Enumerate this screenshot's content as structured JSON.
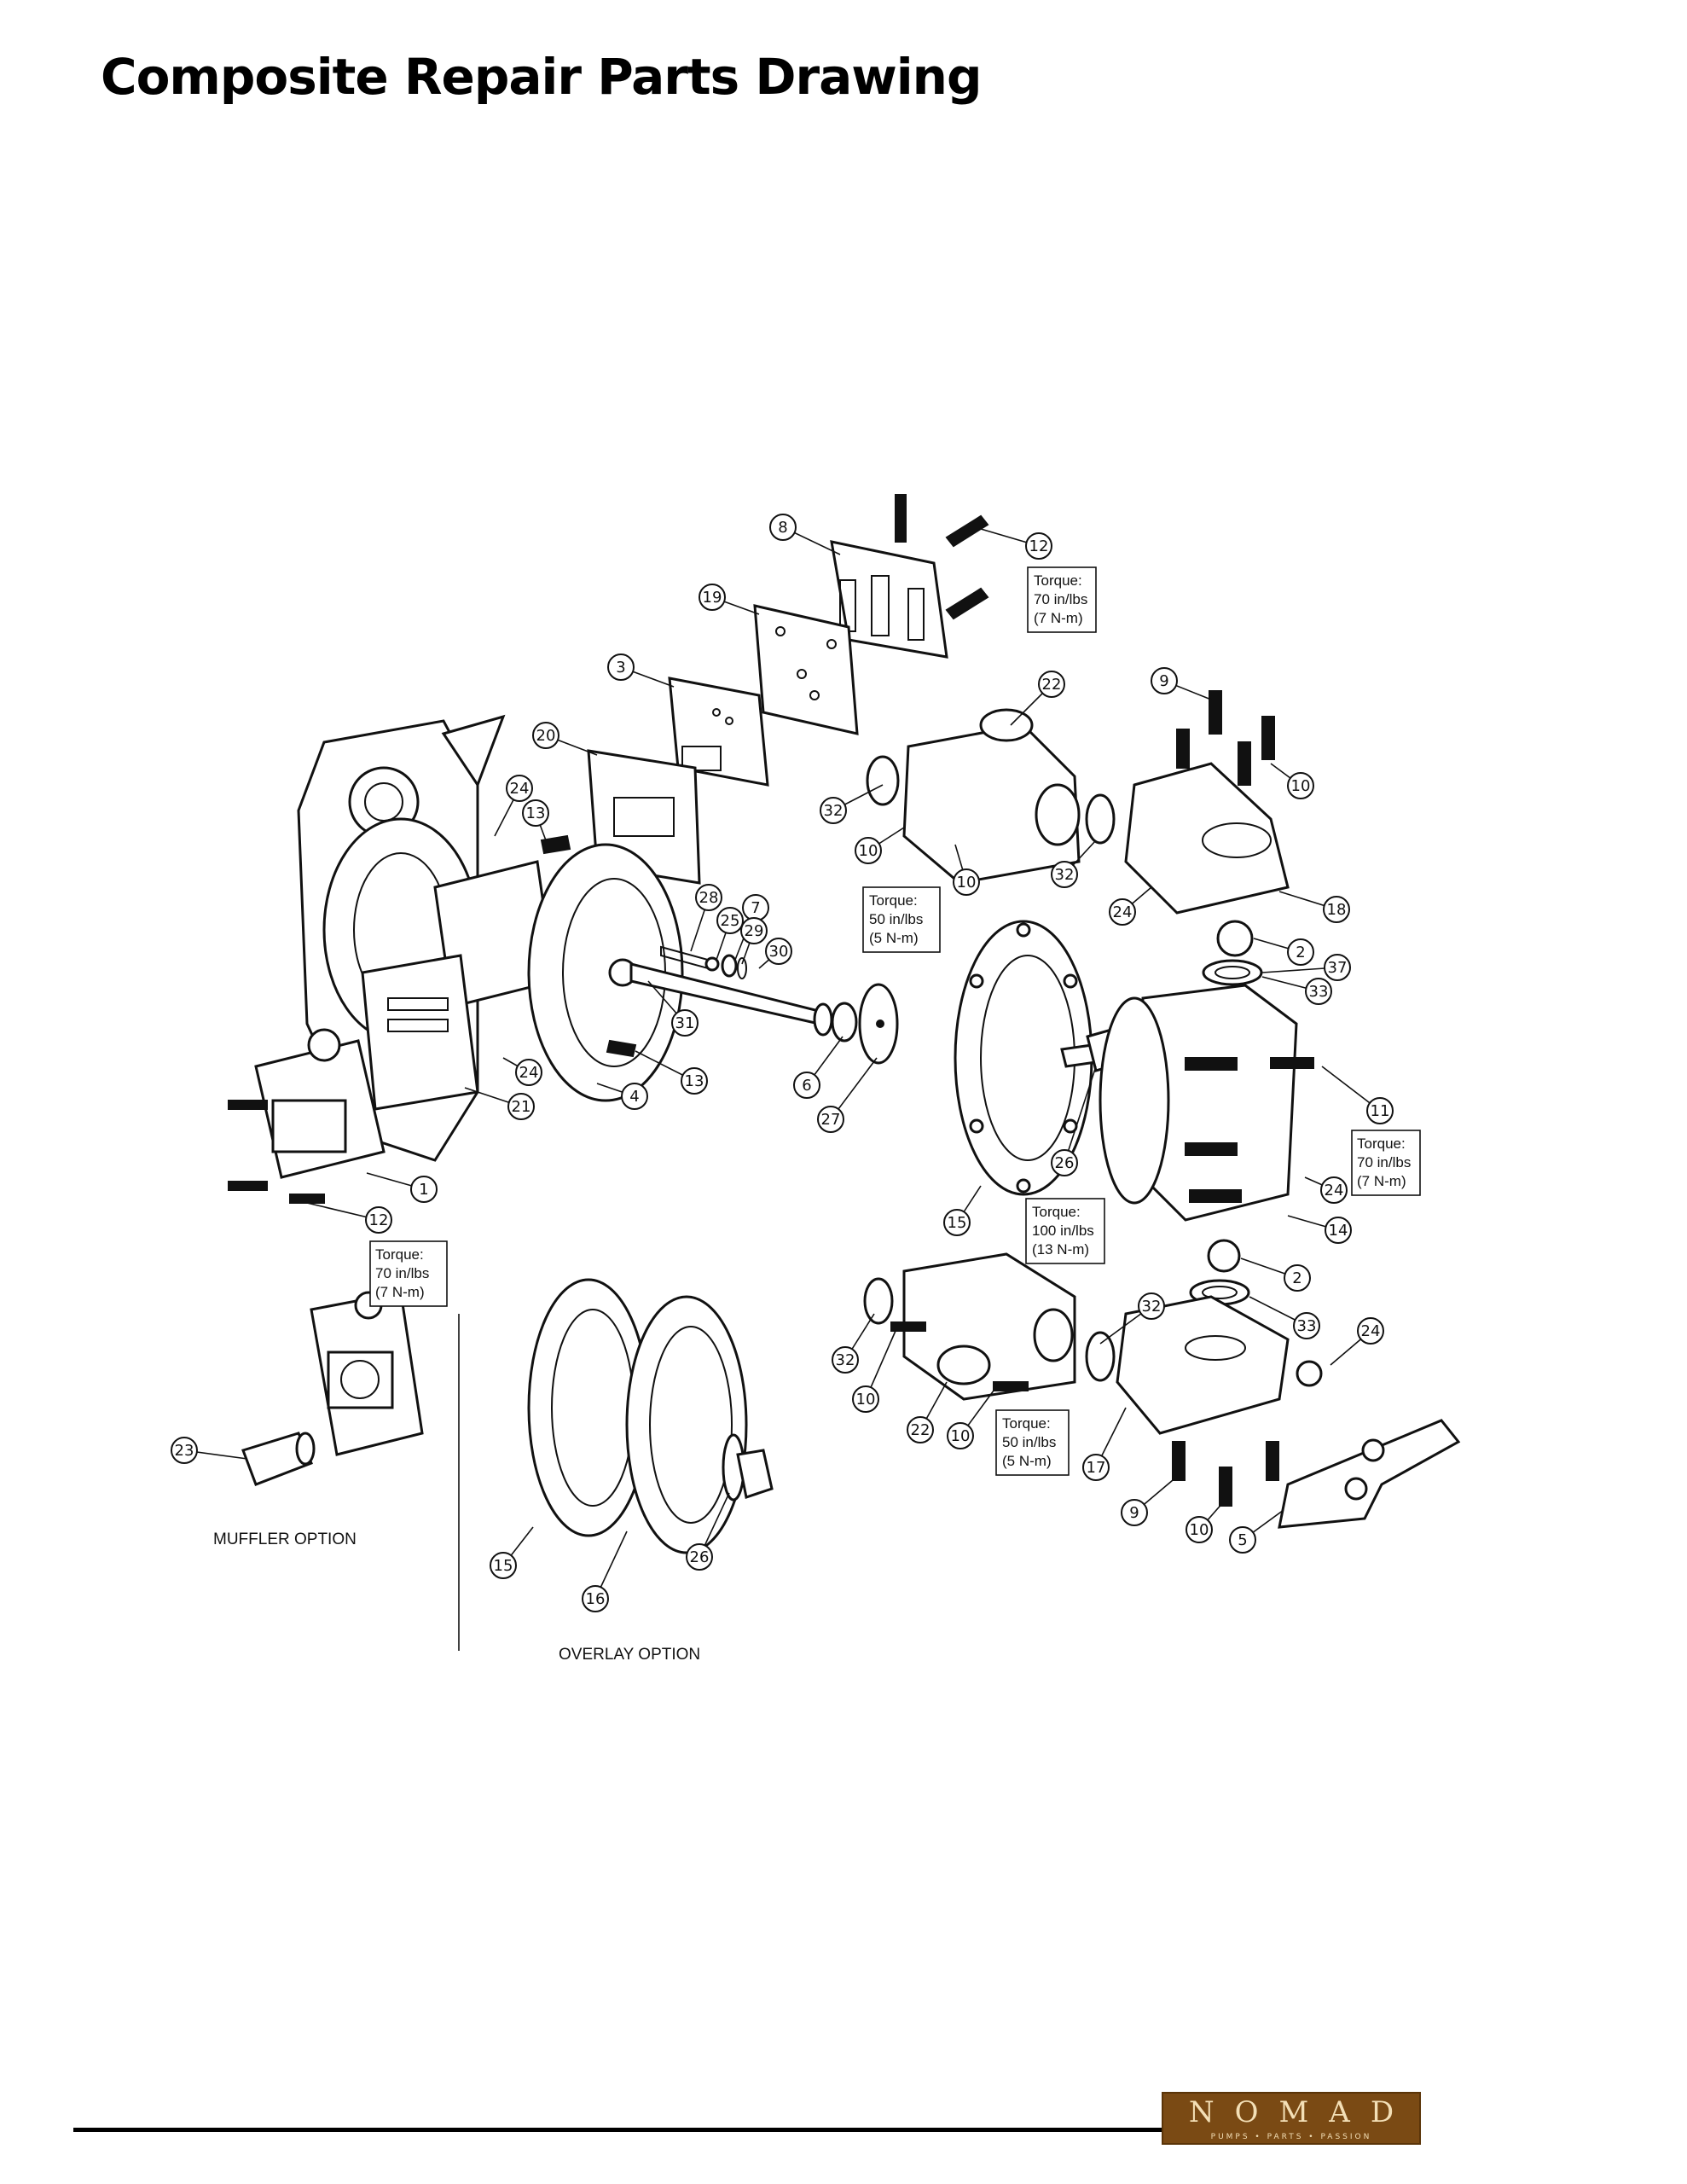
{
  "page": {
    "title": "Composite Repair Parts Drawing"
  },
  "callouts": [
    "8",
    "12",
    "19",
    "3",
    "22",
    "9",
    "10",
    "20",
    "13",
    "24",
    "32",
    "10",
    "10",
    "32",
    "24",
    "18",
    "28",
    "25",
    "7",
    "29",
    "30",
    "2",
    "37",
    "33",
    "31",
    "6",
    "27",
    "4",
    "13",
    "24",
    "21",
    "11",
    "24",
    "26",
    "14",
    "15",
    "1",
    "12",
    "2",
    "32",
    "33",
    "24",
    "32",
    "10",
    "22",
    "10",
    "17",
    "23",
    "9",
    "10",
    "5",
    "26",
    "15",
    "16"
  ],
  "torque_notes": [
    [
      "Torque:",
      "70 in/lbs",
      "(7 N-m)"
    ],
    [
      "Torque:",
      "50 in/lbs",
      "(5 N-m)"
    ],
    [
      "Torque:",
      "70 in/lbs",
      "(7 N-m)"
    ],
    [
      "Torque:",
      "100 in/lbs",
      "(13 N-m)"
    ],
    [
      "Torque:",
      "70 in/lbs",
      "(7 N-m)"
    ],
    [
      "Torque:",
      "50 in/lbs",
      "(5 N-m)"
    ]
  ],
  "option_labels": {
    "muffler": "MUFFLER OPTION",
    "overlay": "OVERLAY OPTION"
  },
  "footer": {
    "logo_word": "NOMAD",
    "logo_tagline": "PUMPS • PARTS • PASSION",
    "logo_color": "#7a4a14"
  }
}
